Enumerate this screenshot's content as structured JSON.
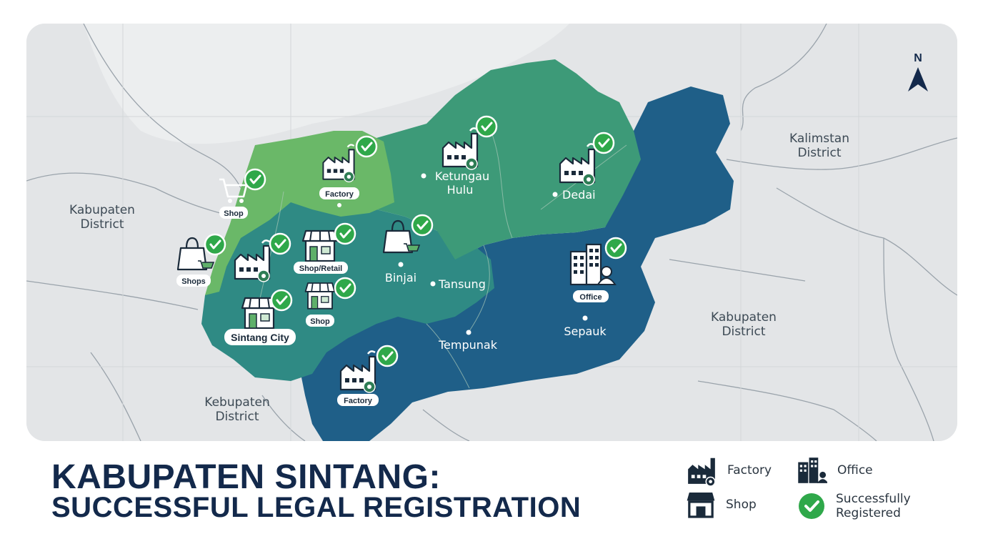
{
  "title": {
    "line1": "KABUPATEN SINTANG:",
    "line2": "SUCCESSFUL LEGAL REGISTRATION"
  },
  "compass": {
    "label": "N",
    "icon": "north-arrow-icon"
  },
  "neighbors": [
    {
      "id": "kalimstan",
      "line1": "Kalimstan",
      "line2": "District"
    },
    {
      "id": "kabupaten-west",
      "line1": "Kabupaten",
      "line2": "District"
    },
    {
      "id": "kabupaten-east",
      "line1": "Kabupaten",
      "line2": "District"
    },
    {
      "id": "kebupaten-south",
      "line1": "Kebupaten",
      "line2": "District"
    }
  ],
  "subdistricts": [
    {
      "id": "ketungau-hulu",
      "line1": "Ketungau",
      "line2": "Hulu"
    },
    {
      "id": "dedai",
      "line1": "Dedai"
    },
    {
      "id": "binjai",
      "line1": "Binjai"
    },
    {
      "id": "tansung",
      "line1": "Tansung"
    },
    {
      "id": "tempunak",
      "line1": "Tempunak"
    },
    {
      "id": "sepauk",
      "line1": "Sepauk"
    }
  ],
  "markers": [
    {
      "id": "factory-north",
      "type": "factory",
      "label": "Factory",
      "registered": true
    },
    {
      "id": "shop-cart-nw",
      "type": "shop",
      "label": "Shop",
      "registered": true
    },
    {
      "id": "shops-west",
      "type": "shop",
      "label": "Shops",
      "registered": true
    },
    {
      "id": "factory-west",
      "type": "factory",
      "label": "",
      "registered": true
    },
    {
      "id": "shop-retail",
      "type": "shop",
      "label": "Shop/Retail",
      "registered": true
    },
    {
      "id": "shop-center",
      "type": "shop",
      "label": "Shop",
      "registered": true
    },
    {
      "id": "sintang-city",
      "type": "shop",
      "label": "Sintang City",
      "registered": true
    },
    {
      "id": "factory-ketungau",
      "type": "factory",
      "label": "",
      "registered": true
    },
    {
      "id": "factory-dedai",
      "type": "factory",
      "label": "",
      "registered": true
    },
    {
      "id": "shop-binjai",
      "type": "shop",
      "label": "",
      "registered": true
    },
    {
      "id": "office-sepauk",
      "type": "office",
      "label": "Office",
      "registered": true
    },
    {
      "id": "factory-south",
      "type": "factory",
      "label": "Factory",
      "registered": true
    }
  ],
  "legend": {
    "factory": "Factory",
    "office": "Office",
    "shop": "Shop",
    "registered_line1": "Successfully",
    "registered_line2": "Registered"
  },
  "colors": {
    "light_green": "#6ab868",
    "mid_green": "#3d9a78",
    "teal": "#2f8a84",
    "blue": "#1f5f88",
    "check_green": "#2fa84a",
    "title_navy": "#13294b",
    "background_map": "#e3e5e7"
  }
}
